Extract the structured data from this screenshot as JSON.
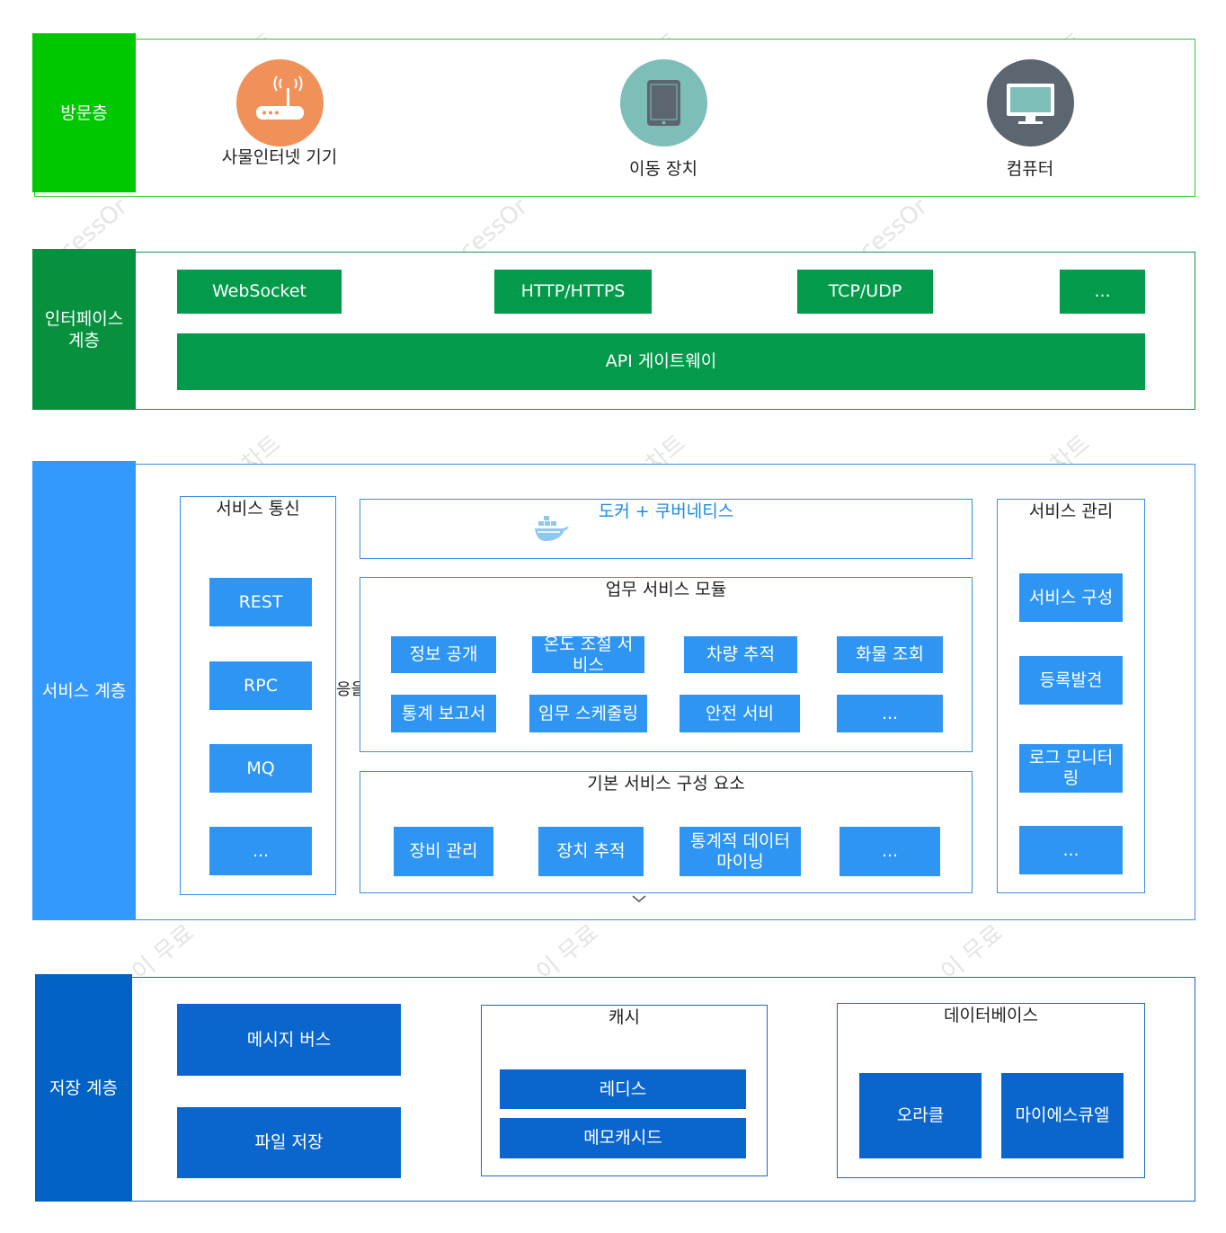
{
  "colors": {
    "access_tag": "#00c800",
    "interface_tag": "#07913f",
    "interface_box": "#039a4c",
    "service_tag": "#3399ff",
    "service_box": "#2e95f3",
    "storage_tag": "#0062c4",
    "storage_box": "#0a66cc",
    "docker_title": "#1a8ae6"
  },
  "layers": {
    "access": {
      "label": "방문층",
      "devices": [
        {
          "label": "사물인터넷 기기",
          "icon": "router-icon",
          "color": "#f0915a"
        },
        {
          "label": "이동 장치",
          "icon": "tablet-icon",
          "color": "#7dbfb8"
        },
        {
          "label": "컴퓨터",
          "icon": "monitor-icon",
          "color": "#5c6670"
        }
      ]
    },
    "interface": {
      "label": "인터페이스 계층",
      "protocols": [
        "WebSocket",
        "HTTP/HTTPS",
        "TCP/UDP",
        "..."
      ],
      "gateway": "API 게이트웨이"
    },
    "service": {
      "label": "서비스 계층",
      "communication": {
        "title": "서비스 통신",
        "items": [
          "REST",
          "RPC",
          "MQ",
          "..."
        ]
      },
      "docker": {
        "title": "도커 + 쿠버네티스",
        "icon": "docker-whale-icon"
      },
      "business": {
        "title": "업무 서비스 모듈",
        "items": [
          "정보 공개",
          "온도 조절 서비스",
          "차량 추적",
          "화물 조회",
          "통계 보고서",
          "임무 스케줄링",
          "안전 서비",
          "..."
        ]
      },
      "basic": {
        "title": "기본 서비스 구성 요소",
        "items": [
          "장비 관리",
          "장치 추적",
          "통계적 데이터 마이닝",
          "..."
        ]
      },
      "management": {
        "title": "서비스 관리",
        "items": [
          "서비스 구성",
          "등록발견",
          "로그 모니터링",
          "..."
        ]
      },
      "fragment": "응을"
    },
    "storage": {
      "label": "저장 계층",
      "message_bus": "메시지 버스",
      "file_storage": "파일 저장",
      "cache": {
        "title": "캐시",
        "items": [
          "레디스",
          "메모캐시드"
        ]
      },
      "database": {
        "title": "데이터베이스",
        "items": [
          "오라클",
          "마이에스큐엘"
        ]
      }
    }
  },
  "watermarks": [
    "트",
    "cessOr",
    "차트",
    "이 무료"
  ]
}
